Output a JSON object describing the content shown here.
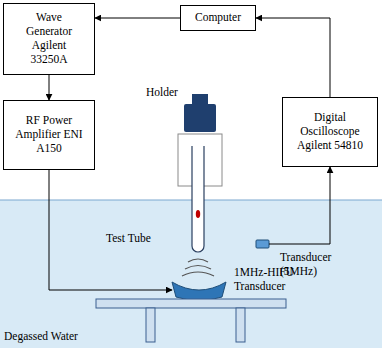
{
  "diagram": {
    "nodes": [
      {
        "text": [
          "Wave Generator Agilent 33250A"
        ]
      },
      {
        "text": [
          "Computer"
        ]
      },
      {
        "text": [
          "RF Power Amplifier ENI A150"
        ]
      },
      {
        "text": [
          "Digital Oscilloscope Agilent 54810"
        ]
      }
    ],
    "edges": [
      {
        "from": 1,
        "to": 0,
        "arrow": "to"
      },
      {
        "from": 0,
        "to": 2,
        "arrow": "to"
      },
      {
        "from": 3,
        "to": 1,
        "arrow": "to"
      }
    ],
    "labels": [
      "Holder",
      "Test Tube",
      "Transducer (5MHz)",
      "1MHz-HIFU Transducer",
      "Degassed Water"
    ]
  }
}
